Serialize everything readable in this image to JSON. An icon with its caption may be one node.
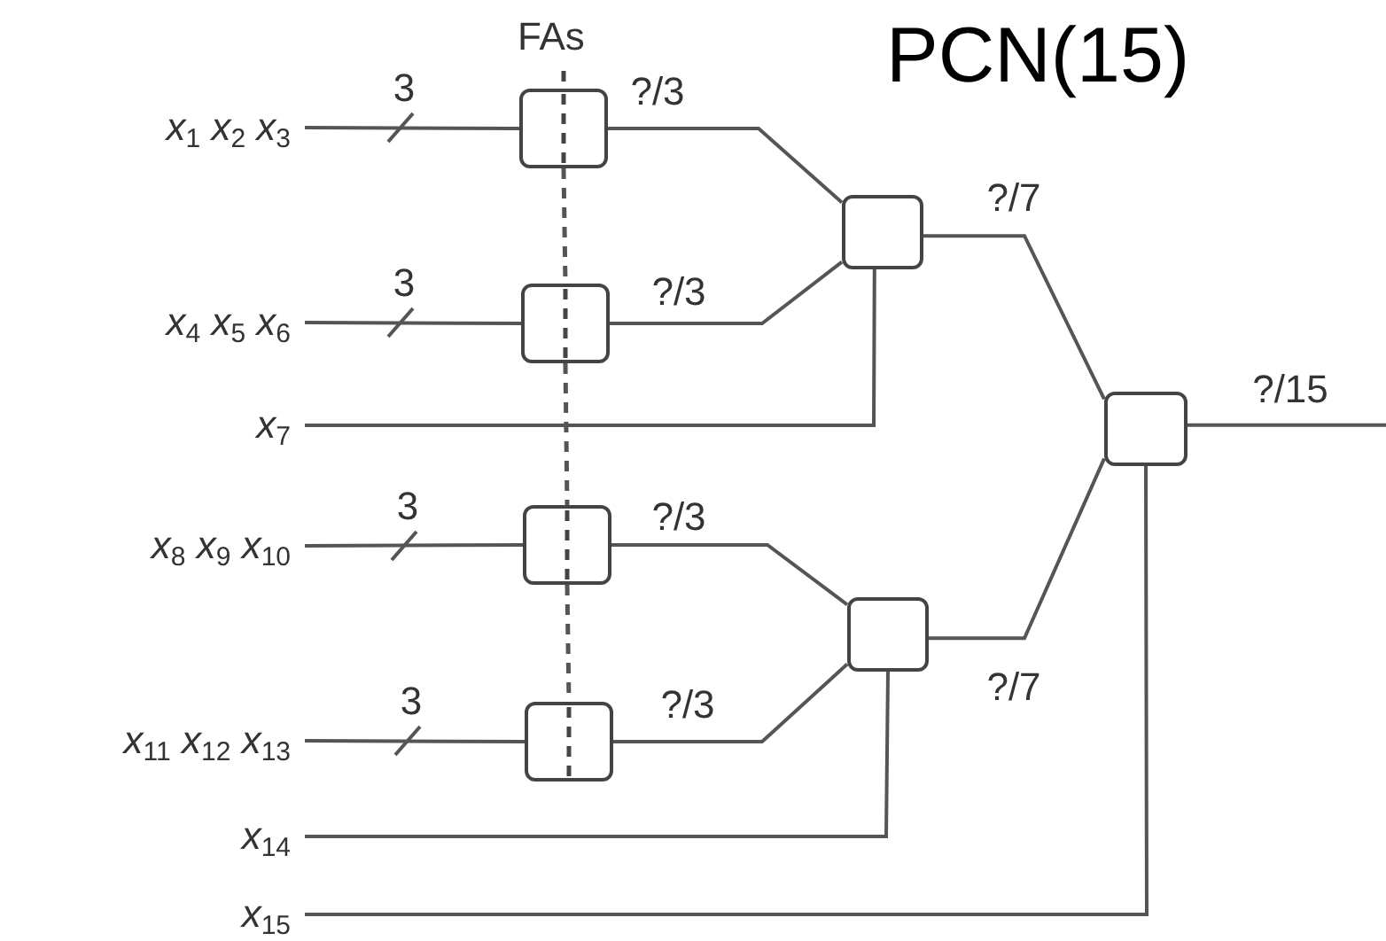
{
  "diagram": {
    "title": "PCN(15)",
    "nodes": [
      {
        "text": [
          "*x*$_{1}$ *x*$_{2}$ *x*$_{3}$"
        ]
      },
      {
        "text": [
          "*x*$_{4}$ *x*$_{5}$ *x*$_{6}$"
        ]
      },
      {
        "text": [
          "*x*$_{7}$"
        ]
      },
      {
        "text": [
          "*x*$_{8}$ *x*$_{9}$ *x*$_{10}$"
        ]
      },
      {
        "text": [
          "*x*$_{11}$ *x*$_{12}$ *x*$_{13}$"
        ]
      },
      {
        "text": [
          "*x*$_{14}$"
        ]
      },
      {
        "text": [
          "*x*$_{15}$"
        ]
      },
      {
        "text": [],
        "shape": "box"
      },
      {
        "text": [],
        "shape": "box"
      },
      {
        "text": [],
        "shape": "box"
      },
      {
        "text": [],
        "shape": "box"
      },
      {
        "text": [],
        "shape": "box"
      },
      {
        "text": [],
        "shape": "box"
      },
      {
        "text": [],
        "shape": "box"
      }
    ],
    "edges": [
      {
        "from": 0,
        "to": 7,
        "arrow": "none",
        "label": "3"
      },
      {
        "from": 1,
        "to": 8,
        "arrow": "none",
        "label": "3"
      },
      {
        "from": 3,
        "to": 9,
        "arrow": "none",
        "label": "3"
      },
      {
        "from": 4,
        "to": 10,
        "arrow": "none",
        "label": "3"
      },
      {
        "from": 7,
        "to": 11,
        "arrow": "none",
        "label": "?/3"
      },
      {
        "from": 8,
        "to": 11,
        "arrow": "none",
        "label": "?/3"
      },
      {
        "from": 2,
        "to": 11,
        "arrow": "none"
      },
      {
        "from": 9,
        "to": 12,
        "arrow": "none",
        "label": "?/3"
      },
      {
        "from": 10,
        "to": 12,
        "arrow": "none",
        "label": "?/3"
      },
      {
        "from": 5,
        "to": 12,
        "arrow": "none"
      },
      {
        "from": 11,
        "to": 13,
        "arrow": "none",
        "label": "?/7"
      },
      {
        "from": 12,
        "to": 13,
        "arrow": "none",
        "label": "?/7"
      },
      {
        "from": 6,
        "to": 13,
        "arrow": "none"
      },
      {
        "from": 13,
        "to": null,
        "arrow": "none",
        "label": "?/15"
      },
      {
        "from": 7,
        "to": 8,
        "arrow": "none",
        "style": "dashed"
      },
      {
        "from": 8,
        "to": 9,
        "arrow": "none",
        "style": "dashed"
      },
      {
        "from": 9,
        "to": 10,
        "arrow": "none",
        "style": "dashed"
      }
    ],
    "labels": [
      "FAs"
    ]
  }
}
